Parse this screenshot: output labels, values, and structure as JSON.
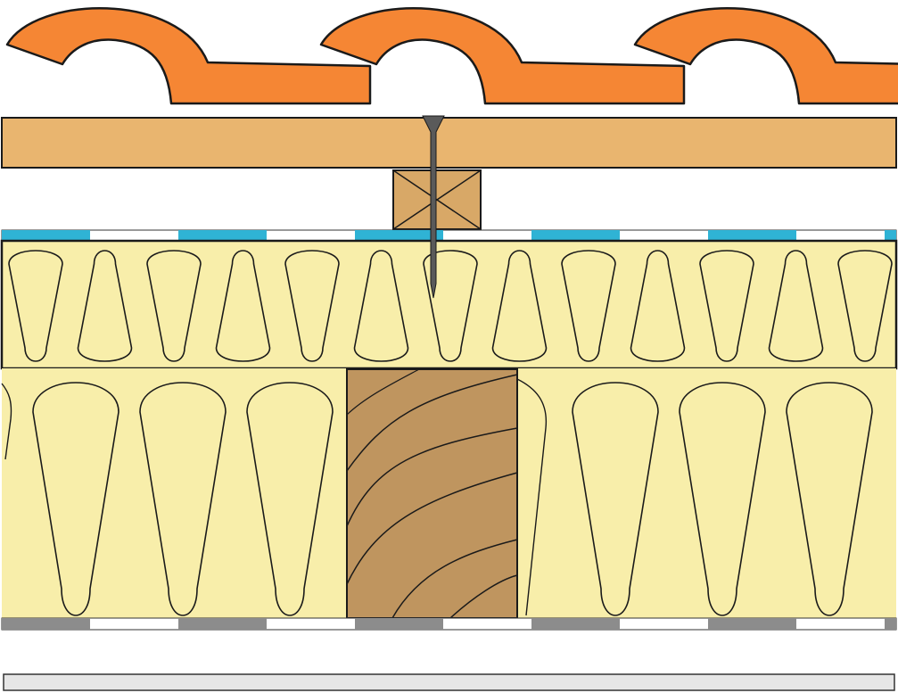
{
  "diagram": {
    "type": "roof-build-up-cross-section",
    "layers": [
      {
        "key": "roof_tiles",
        "icon": "roof-tile-icon"
      },
      {
        "key": "batten",
        "icon": "wood-board-icon"
      },
      {
        "key": "counter_batten",
        "icon": "counter-batten-icon"
      },
      {
        "key": "membrane_top",
        "icon": "membrane-icon"
      },
      {
        "key": "insulation_board",
        "icon": "insulation-icon"
      },
      {
        "key": "insulation_between_rafters",
        "icon": "insulation-icon"
      },
      {
        "key": "rafter",
        "icon": "timber-rafter-icon"
      },
      {
        "key": "vapour_barrier",
        "icon": "membrane-icon"
      },
      {
        "key": "ceiling_board",
        "icon": "board-icon"
      }
    ],
    "fastener": {
      "key": "nail",
      "icon": "nail-icon"
    },
    "colors": {
      "tile": "#F58634",
      "batten": "#E9B56F",
      "counter_batten": "#D8A867",
      "membrane_top": "#2FB3D5",
      "insulation": "#F8EEAA",
      "rafter": "#BF955F",
      "vapour_barrier": "#8C8C8C",
      "ceiling": "#E6E6E6",
      "nail": "#5A5A5A",
      "stroke": "#1A1A1A"
    }
  }
}
